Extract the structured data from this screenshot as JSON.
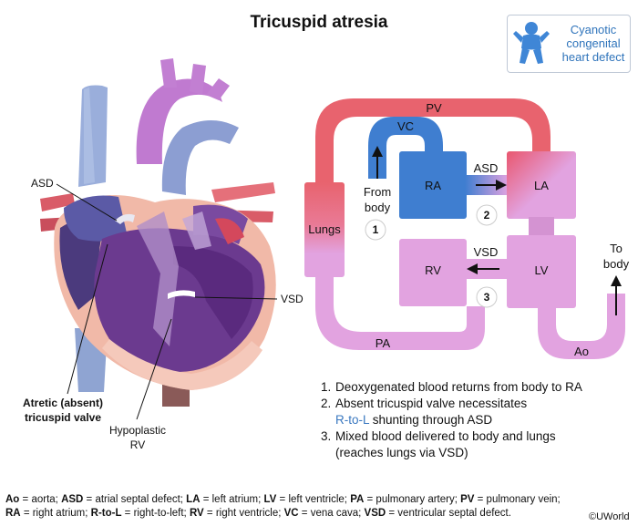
{
  "title": "Tricuspid atresia",
  "badge": {
    "line1": "Cyanotic",
    "line2": "congenital",
    "line3": "heart defect"
  },
  "heart_labels": {
    "asd": "ASD",
    "vsd": "VSD",
    "atretic_line1": "Atretic (absent)",
    "atretic_line2": "tricuspid valve",
    "hypo_line1": "Hypoplastic",
    "hypo_line2": "RV"
  },
  "schematic": {
    "pv": "PV",
    "vc": "VC",
    "ra": "RA",
    "la": "LA",
    "asd": "ASD",
    "rv": "RV",
    "lv": "LV",
    "vsd": "VSD",
    "lungs": "Lungs",
    "pa": "PA",
    "ao": "Ao",
    "from_body_1": "From",
    "from_body_2": "body",
    "to_body_1": "To",
    "to_body_2": "body",
    "step1": "1",
    "step2": "2",
    "step3": "3"
  },
  "steps": {
    "s1_num": "1.",
    "s1": "Deoxygenated blood returns from body to RA",
    "s2_num": "2.",
    "s2a": "Absent tricuspid valve necessitates",
    "s2b_blue": "R-to-L",
    "s2b_rest": " shunting through ASD",
    "s3_num": "3.",
    "s3a": "Mixed blood delivered to body and lungs",
    "s3b": "(reaches lungs via VSD)"
  },
  "legend": {
    "l1": [
      {
        "abbr": "Ao",
        "def": " = aorta; "
      },
      {
        "abbr": "ASD",
        "def": " = atrial septal defect; "
      },
      {
        "abbr": "LA",
        "def": " = left atrium; "
      },
      {
        "abbr": "LV",
        "def": " = left ventricle; "
      },
      {
        "abbr": "PA",
        "def": " = pulmonary artery; "
      },
      {
        "abbr": "PV",
        "def": " = pulmonary vein;"
      }
    ],
    "l2": [
      {
        "abbr": "RA",
        "def": " = right atrium; "
      },
      {
        "abbr": "R-to-L",
        "def": " = right-to-left; "
      },
      {
        "abbr": "RV",
        "def": " = right ventricle; "
      },
      {
        "abbr": "VC",
        "def": " = vena cava; "
      },
      {
        "abbr": "VSD",
        "def": " = ventricular septal defect."
      }
    ]
  },
  "copyright": "©UWorld",
  "colors": {
    "blue_chamber": "#3f7ed0",
    "pink_chamber": "#e2a3e0",
    "red_vessel": "#e8636e",
    "badge_text": "#2f74bb",
    "heart_purple": "#6e3f91",
    "heart_tan": "#f0b7a6"
  }
}
